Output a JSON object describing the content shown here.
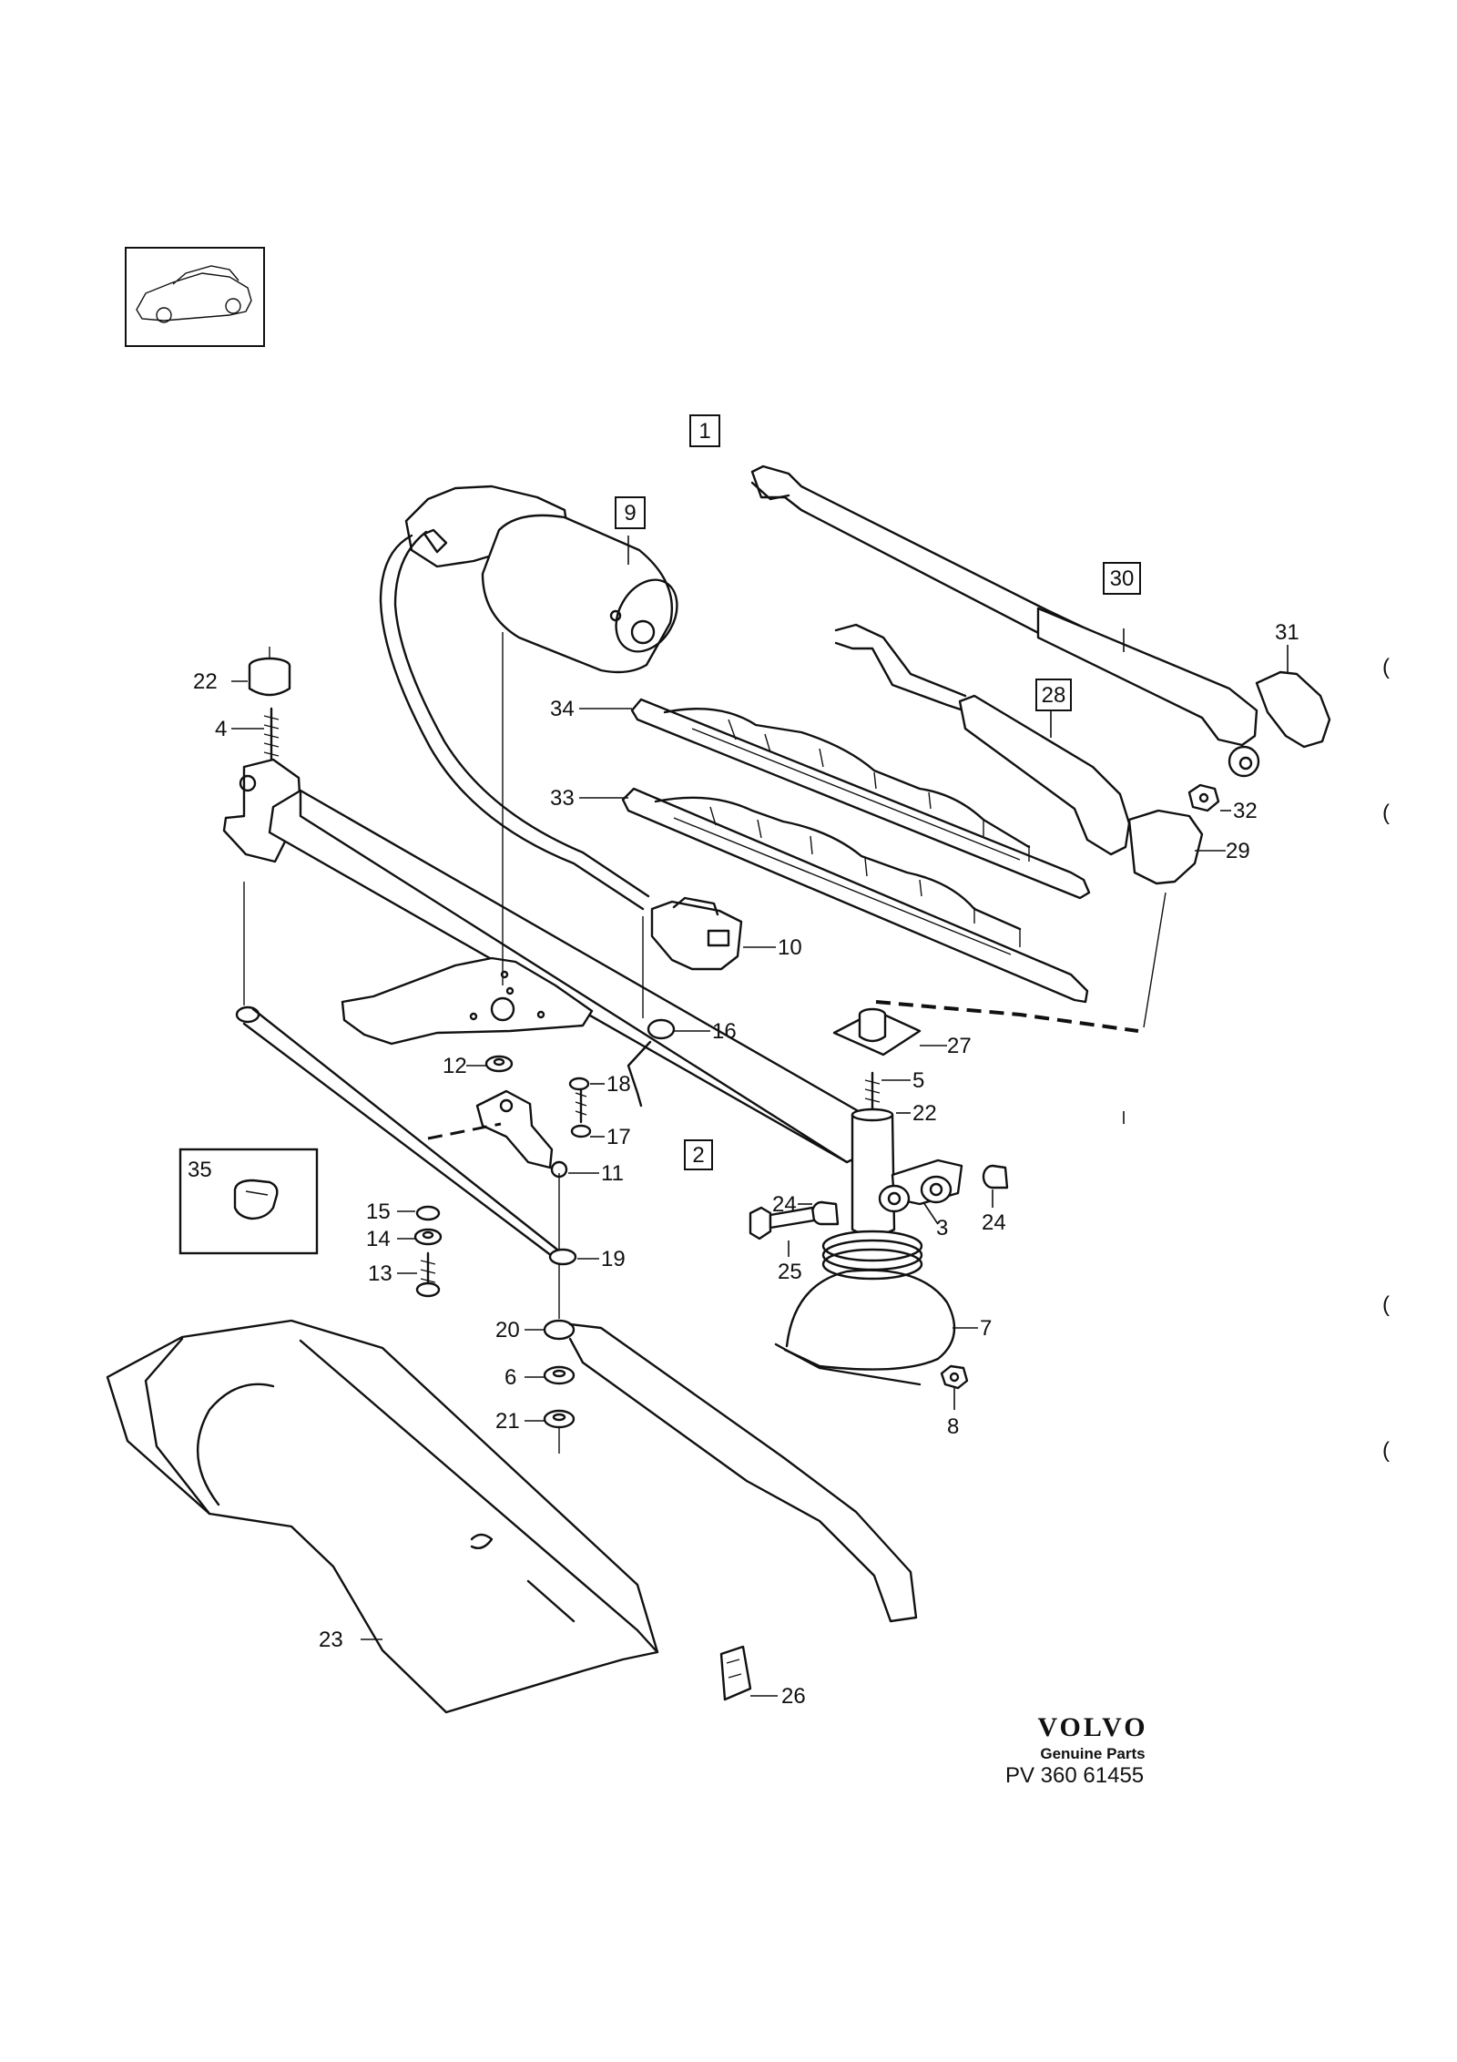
{
  "brand": {
    "logo": "VOLVO",
    "subtitle": "Genuine Parts",
    "doc_ref": "PV 360 61455"
  },
  "callouts": {
    "c1": "1",
    "c2": "2",
    "c3": "3",
    "c4": "4",
    "c5": "5",
    "c6": "6",
    "c7": "7",
    "c8": "8",
    "c9": "9",
    "c10": "10",
    "c11": "11",
    "c12": "12",
    "c13": "13",
    "c14": "14",
    "c15": "15",
    "c16": "16",
    "c17": "17",
    "c18": "18",
    "c19": "19",
    "c20": "20",
    "c21": "21",
    "c22a": "22",
    "c22b": "22",
    "c23": "23",
    "c24a": "24",
    "c24b": "24",
    "c25": "25",
    "c26": "26",
    "c27": "27",
    "c28": "28",
    "c29": "29",
    "c30": "30",
    "c31": "31",
    "c32": "32",
    "c33": "33",
    "c34": "34",
    "c35": "35"
  }
}
